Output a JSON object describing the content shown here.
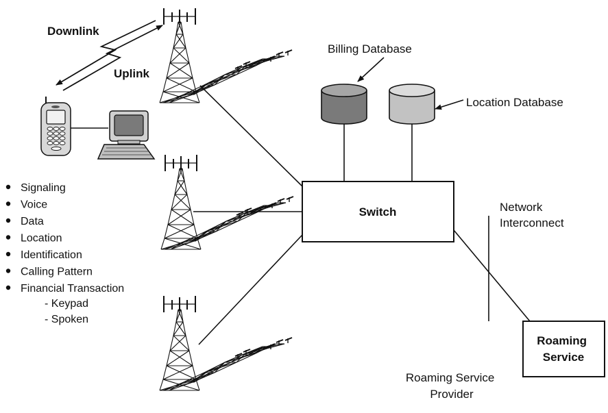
{
  "colors": {
    "line": "#111111",
    "billing_db": "#7a7a7a",
    "billing_db_top": "#a6a6a6",
    "location_db": "#c2c2c2",
    "location_db_top": "#dcdcdc",
    "background": "#ffffff"
  },
  "icons": {
    "phone": "mobile-phone-icon",
    "computer": "desktop-computer-icon",
    "tower": "cell-tower-icon",
    "database": "database-cylinder-icon",
    "bullet": "bullet-dot"
  },
  "labels": {
    "downlink": "Downlink",
    "uplink": "Uplink",
    "billing_db": "Billing Database",
    "location_db": "Location Database",
    "switch": "Switch",
    "network_interconnect": [
      "Network",
      "Interconnect"
    ],
    "roaming_service": [
      "Roaming",
      "Service"
    ],
    "roaming_provider": [
      "Roaming Service",
      "Provider"
    ]
  },
  "bullets": [
    "Signaling",
    "Voice",
    "Data",
    "Location",
    "Identification",
    "Calling Pattern",
    "Financial Transaction"
  ],
  "sub_bullets": [
    "- Keypad",
    "- Spoken"
  ]
}
